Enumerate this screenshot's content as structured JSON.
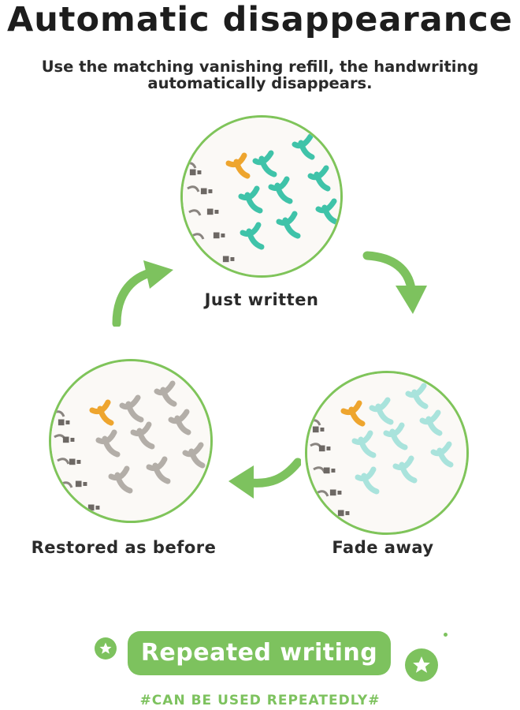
{
  "header": {
    "title": "Automatic disappearance",
    "subtitle_line1": "Use the matching vanishing refill, the handwriting",
    "subtitle_line2": "automatically disappears."
  },
  "stages": {
    "just_written": "Just written",
    "fade_away": "Fade away",
    "restored": "Restored as before"
  },
  "badge": {
    "label": "Repeated writing"
  },
  "footer": {
    "note": "#CAN BE USED REPEATEDLY#"
  },
  "colors": {
    "accent_green": "#7dc25e",
    "ink_orange": "#eea52e",
    "ink_teal": "#3fc3a9",
    "ink_faded": "#a9e3dc",
    "ink_grey": "#b3aea8"
  }
}
